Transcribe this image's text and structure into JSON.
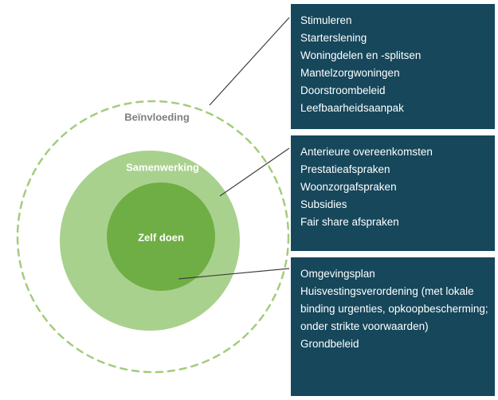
{
  "colors": {
    "box_background": "#16475B",
    "outer_circle_dash": "#a3cc7d",
    "middle_circle_fill": "#a9d18e",
    "inner_circle_fill": "#6fae44",
    "outer_label_gray": "#7f7f7f",
    "connector_line": "#3f3f3f"
  },
  "diagram": {
    "outer_label": "Beïnvloeding",
    "middle_label": "Samenwerking",
    "inner_label": "Zelf doen"
  },
  "boxes": [
    {
      "items": [
        "Stimuleren",
        "Starterslening",
        "Woningdelen en -splitsen",
        "Mantelzorgwoningen",
        "Doorstroombeleid",
        "Leefbaarheidsaanpak"
      ]
    },
    {
      "items": [
        "Anterieure overeenkomsten",
        "Prestatieafspraken",
        "Woonzorgafspraken",
        "Subsidies",
        "Fair share afspraken"
      ]
    },
    {
      "items": [
        "Omgevingsplan",
        "Huisvestingsverordening (met lokale binding urgenties, opkoopbescherming; onder strikte voorwaarden)",
        "Grondbeleid"
      ]
    }
  ]
}
